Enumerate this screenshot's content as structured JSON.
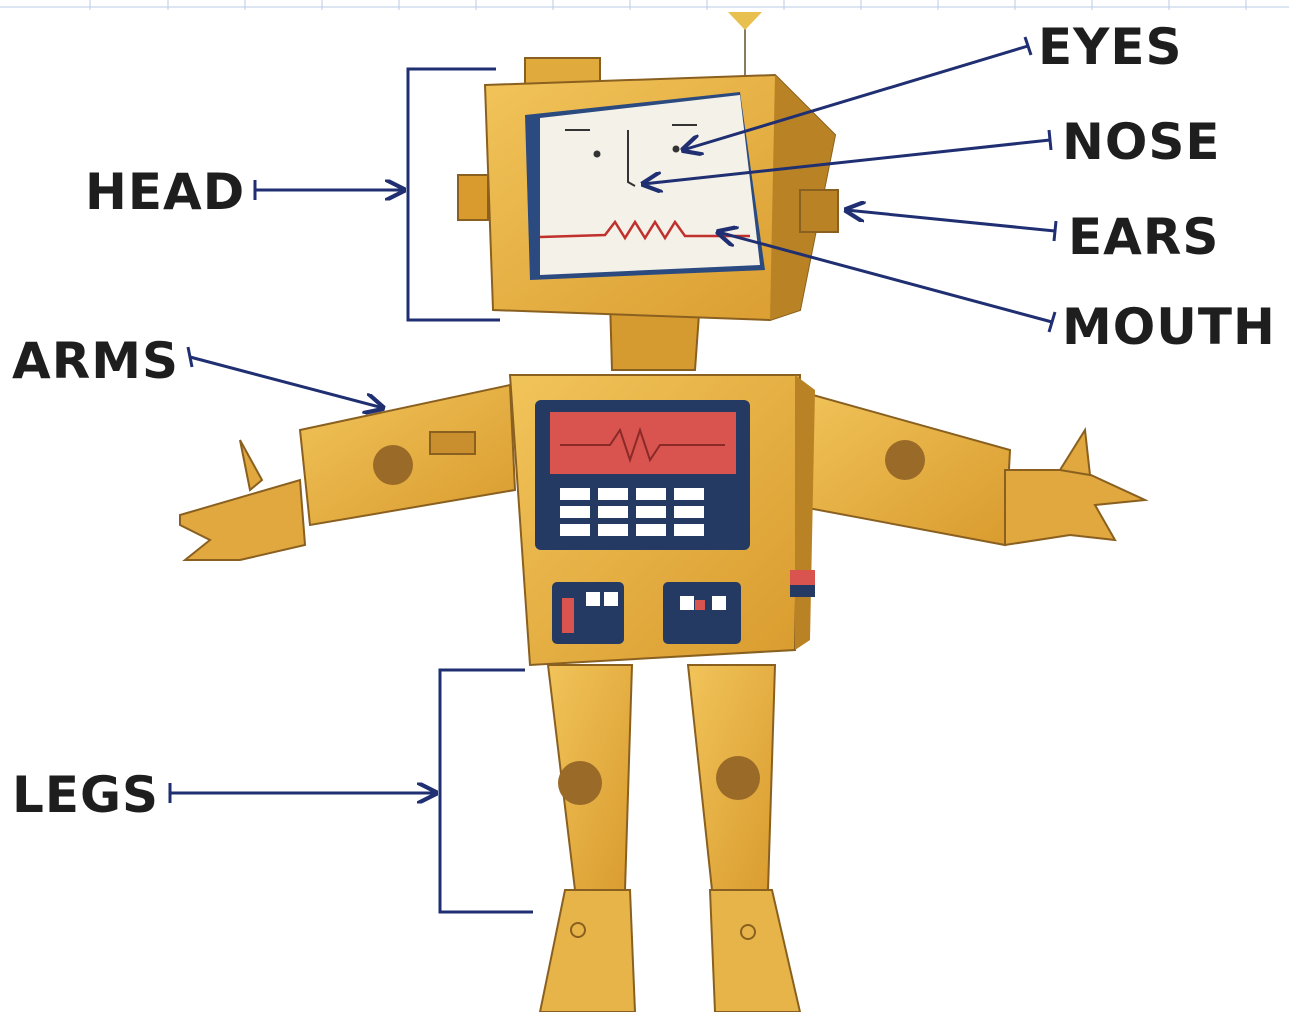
{
  "labels": {
    "head": "HEAD",
    "arms": "ARMS",
    "legs": "LEGS",
    "eyes": "EYES",
    "nose": "NOSE",
    "ears": "EARS",
    "mouth": "MOUTH"
  },
  "colors": {
    "robot_body": "#e8b43c",
    "robot_shadow": "#b98224",
    "robot_dark": "#8a6020",
    "arrow": "#1f2f72",
    "screen_red": "#d9534f",
    "screen_navy": "#243a63",
    "label_text": "#1e1e1e"
  }
}
